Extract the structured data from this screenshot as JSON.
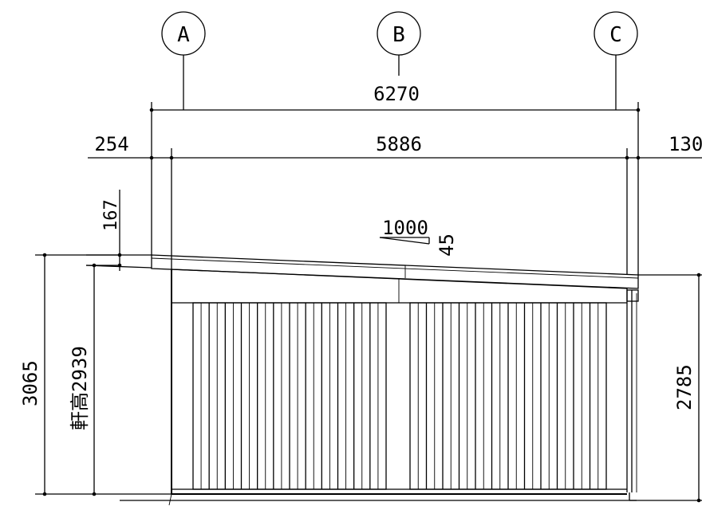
{
  "grid_bubbles": [
    {
      "id": "A",
      "label": "A"
    },
    {
      "id": "B",
      "label": "B"
    },
    {
      "id": "C",
      "label": "C"
    }
  ],
  "dimensions": {
    "overall_width": "6270",
    "left_overhang": "254",
    "span": "5886",
    "right_overhang": "130",
    "roof_thickness": "167",
    "slope_run": "1000",
    "slope_rise": "45",
    "total_height_left": "3065",
    "eave_height_label": "軒高2939",
    "height_right": "2785"
  }
}
